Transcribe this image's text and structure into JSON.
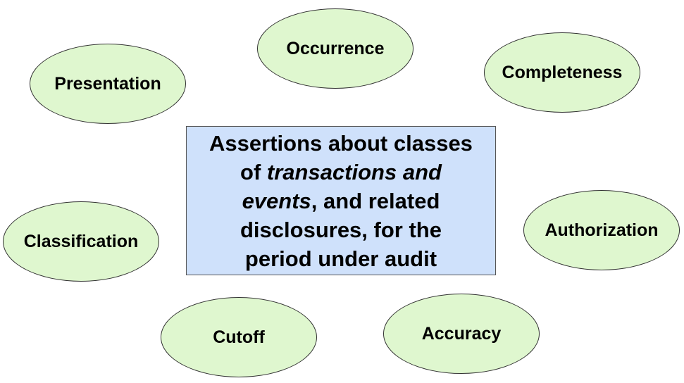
{
  "diagram": {
    "center": {
      "line1": "Assertions about classes",
      "line2_pre": "of ",
      "line2_italic": "transactions and",
      "line3_italic": "events",
      "line3_post": ", and related",
      "line4": "disclosures, for the",
      "line5": "period under audit"
    },
    "nodes": [
      {
        "label": "Occurrence"
      },
      {
        "label": "Completeness"
      },
      {
        "label": "Presentation"
      },
      {
        "label": "Classification"
      },
      {
        "label": "Authorization"
      },
      {
        "label": "Cutoff"
      },
      {
        "label": "Accuracy"
      }
    ],
    "colors": {
      "ellipse_fill": "#dff7cf",
      "box_fill": "#cfe1fb",
      "outline": "#333333"
    }
  }
}
